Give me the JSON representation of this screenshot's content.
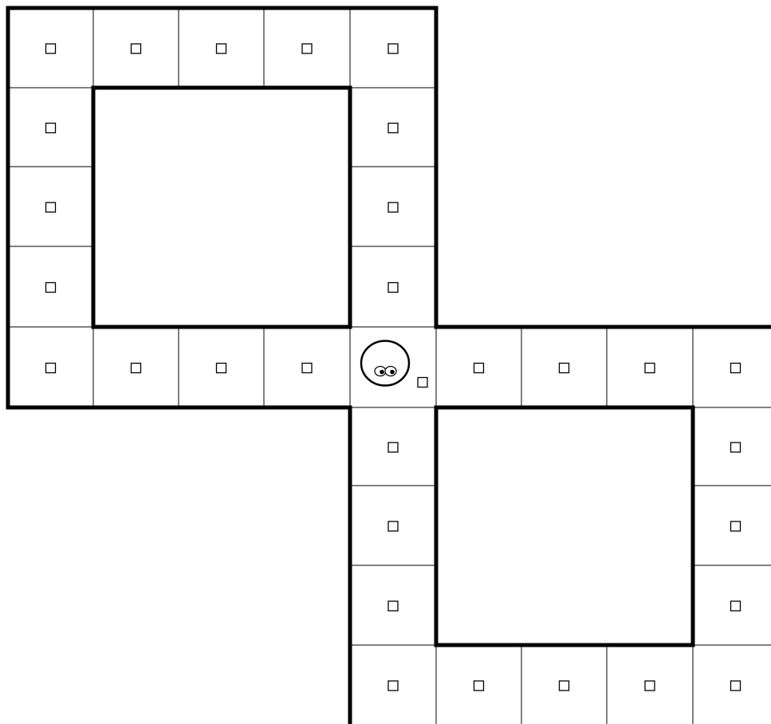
{
  "game": {
    "type": "maze",
    "player": {
      "icon": "googly-eyes-ball-icon",
      "facing": "right"
    },
    "pellet_icon": "square-pellet-icon",
    "cells": [
      {
        "row": 0,
        "col": 0,
        "pellet": true
      },
      {
        "row": 0,
        "col": 1,
        "pellet": true
      },
      {
        "row": 0,
        "col": 2,
        "pellet": true
      },
      {
        "row": 0,
        "col": 3,
        "pellet": true
      },
      {
        "row": 0,
        "col": 4,
        "pellet": true
      },
      {
        "row": 1,
        "col": 0,
        "pellet": true
      },
      {
        "row": 1,
        "col": 4,
        "pellet": true
      },
      {
        "row": 2,
        "col": 0,
        "pellet": true
      },
      {
        "row": 2,
        "col": 4,
        "pellet": true
      },
      {
        "row": 3,
        "col": 0,
        "pellet": true
      },
      {
        "row": 3,
        "col": 4,
        "pellet": true
      },
      {
        "row": 4,
        "col": 0,
        "pellet": true
      },
      {
        "row": 4,
        "col": 1,
        "pellet": true
      },
      {
        "row": 4,
        "col": 2,
        "pellet": true
      },
      {
        "row": 4,
        "col": 3,
        "pellet": true
      },
      {
        "row": 4,
        "col": 4,
        "pellet": true,
        "player": true
      },
      {
        "row": 4,
        "col": 5,
        "pellet": true
      },
      {
        "row": 4,
        "col": 6,
        "pellet": true
      },
      {
        "row": 4,
        "col": 7,
        "pellet": true
      },
      {
        "row": 4,
        "col": 8,
        "pellet": true
      },
      {
        "row": 5,
        "col": 4,
        "pellet": true
      },
      {
        "row": 5,
        "col": 8,
        "pellet": true
      },
      {
        "row": 6,
        "col": 4,
        "pellet": true
      },
      {
        "row": 6,
        "col": 8,
        "pellet": true
      },
      {
        "row": 7,
        "col": 4,
        "pellet": true
      },
      {
        "row": 7,
        "col": 8,
        "pellet": true
      },
      {
        "row": 8,
        "col": 4,
        "pellet": true
      },
      {
        "row": 8,
        "col": 5,
        "pellet": true
      },
      {
        "row": 8,
        "col": 6,
        "pellet": true
      },
      {
        "row": 8,
        "col": 7,
        "pellet": true
      },
      {
        "row": 8,
        "col": 8,
        "pellet": true
      }
    ]
  }
}
